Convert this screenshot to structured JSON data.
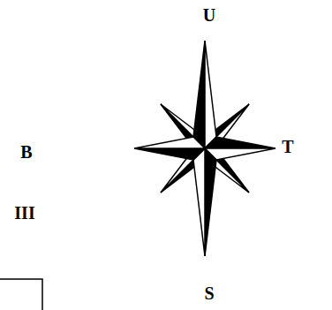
{
  "diagram": {
    "labels": [
      "U",
      "B",
      "T",
      "III",
      "S"
    ]
  }
}
